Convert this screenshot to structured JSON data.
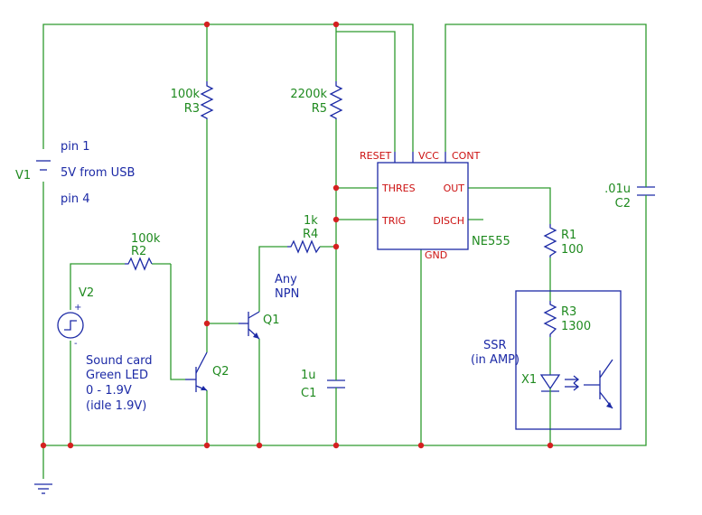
{
  "components": {
    "v1": {
      "name": "V1"
    },
    "v1_notes": [
      "pin 1",
      "5V from USB",
      "pin 4"
    ],
    "r3_top": {
      "value": "100k",
      "name": "R3"
    },
    "r5": {
      "value": "2200k",
      "name": "R5"
    },
    "r2": {
      "value": "100k",
      "name": "R2"
    },
    "v2": {
      "name": "V2",
      "plus": "+",
      "minus": "-"
    },
    "v2_notes": [
      "Sound card",
      "Green LED",
      "0 - 1.9V",
      "(idle 1.9V)"
    ],
    "q1": {
      "name": "Q1",
      "note1": "Any",
      "note2": "NPN"
    },
    "q2": {
      "name": "Q2"
    },
    "r4": {
      "value": "1k",
      "name": "R4"
    },
    "c1": {
      "value": "1u",
      "name": "C1"
    },
    "ic": {
      "name": "NE555",
      "pins": {
        "reset": "RESET",
        "vcc": "VCC",
        "cont": "CONT",
        "thres": "THRES",
        "out": "OUT",
        "trig": "TRIG",
        "disch": "DISCH",
        "gnd": "GND"
      }
    },
    "r1": {
      "name": "R1",
      "value": "100"
    },
    "r3_ssr": {
      "name": "R3",
      "value": "1300"
    },
    "ssr": {
      "line1": "SSR",
      "line2": "(in AMP)",
      "device": "X1"
    },
    "c2": {
      "value": ".01u",
      "name": "C2"
    }
  },
  "colors": {
    "wire": "#2e9a2e",
    "component": "#1c2aa6",
    "junction": "#d42020",
    "pin_label": "#cc1111",
    "ref_label": "#1f8a1f",
    "note": "#1c2aa6"
  }
}
